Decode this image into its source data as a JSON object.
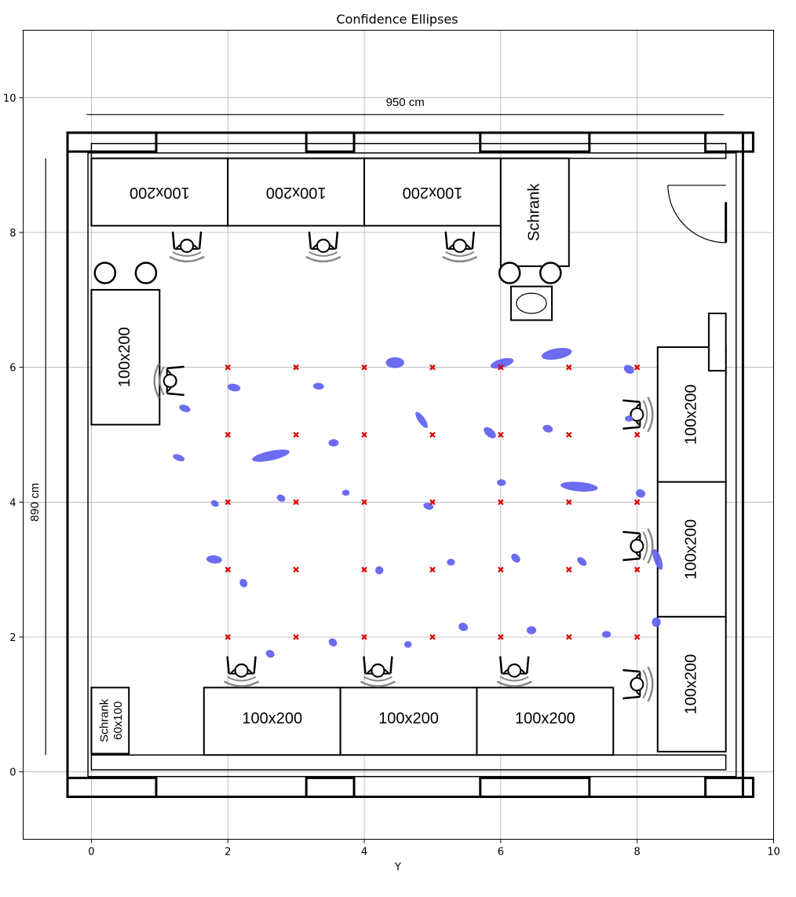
{
  "chart_data": {
    "type": "scatter",
    "title": "Confidence Ellipses",
    "xlabel": "Y",
    "ylabel": "",
    "xlim": [
      -1,
      10
    ],
    "ylim": [
      -1,
      11
    ],
    "x_ticks": [
      "0",
      "2",
      "4",
      "6",
      "8",
      "10"
    ],
    "y_ticks": [
      "0",
      "2",
      "4",
      "6",
      "8",
      "10"
    ],
    "grid": true,
    "colors": {
      "ellipse": "#6464f0",
      "marker": "#e00000",
      "wall": "#000000"
    },
    "reference_points": [
      [
        2,
        6
      ],
      [
        3,
        6
      ],
      [
        4,
        6
      ],
      [
        5,
        6
      ],
      [
        6,
        6
      ],
      [
        7,
        6
      ],
      [
        8,
        6
      ],
      [
        2,
        5
      ],
      [
        3,
        5
      ],
      [
        4,
        5
      ],
      [
        5,
        5
      ],
      [
        6,
        5
      ],
      [
        7,
        5
      ],
      [
        8,
        5
      ],
      [
        2,
        4
      ],
      [
        3,
        4
      ],
      [
        4,
        4
      ],
      [
        5,
        4
      ],
      [
        6,
        4
      ],
      [
        7,
        4
      ],
      [
        8,
        4
      ],
      [
        2,
        3
      ],
      [
        3,
        3
      ],
      [
        4,
        3
      ],
      [
        5,
        3
      ],
      [
        6,
        3
      ],
      [
        7,
        3
      ],
      [
        8,
        3
      ],
      [
        2,
        2
      ],
      [
        3,
        2
      ],
      [
        4,
        2
      ],
      [
        5,
        2
      ],
      [
        6,
        2
      ],
      [
        7,
        2
      ],
      [
        8,
        2
      ]
    ],
    "ellipses": [
      {
        "x": 4.45,
        "y": 6.07,
        "w": 0.27,
        "h": 0.16,
        "angle": 0
      },
      {
        "x": 6.02,
        "y": 6.06,
        "w": 0.35,
        "h": 0.13,
        "angle": 15
      },
      {
        "x": 6.82,
        "y": 6.2,
        "w": 0.45,
        "h": 0.16,
        "angle": 10
      },
      {
        "x": 7.88,
        "y": 5.97,
        "w": 0.16,
        "h": 0.12,
        "angle": -30
      },
      {
        "x": 2.09,
        "y": 5.7,
        "w": 0.19,
        "h": 0.11,
        "angle": -10
      },
      {
        "x": 3.33,
        "y": 5.72,
        "w": 0.16,
        "h": 0.1,
        "angle": -5
      },
      {
        "x": 1.37,
        "y": 5.39,
        "w": 0.17,
        "h": 0.1,
        "angle": -20
      },
      {
        "x": 4.84,
        "y": 5.22,
        "w": 0.28,
        "h": 0.1,
        "angle": -55
      },
      {
        "x": 5.84,
        "y": 5.03,
        "w": 0.21,
        "h": 0.12,
        "angle": -40
      },
      {
        "x": 6.69,
        "y": 5.09,
        "w": 0.15,
        "h": 0.11,
        "angle": -15
      },
      {
        "x": 7.88,
        "y": 5.24,
        "w": 0.12,
        "h": 0.09,
        "angle": 0
      },
      {
        "x": 3.55,
        "y": 4.88,
        "w": 0.15,
        "h": 0.11,
        "angle": 0
      },
      {
        "x": 1.28,
        "y": 4.66,
        "w": 0.18,
        "h": 0.09,
        "angle": -20
      },
      {
        "x": 2.63,
        "y": 4.69,
        "w": 0.56,
        "h": 0.14,
        "angle": 12
      },
      {
        "x": 6.01,
        "y": 4.29,
        "w": 0.13,
        "h": 0.1,
        "angle": 0
      },
      {
        "x": 7.15,
        "y": 4.23,
        "w": 0.55,
        "h": 0.14,
        "angle": -5
      },
      {
        "x": 8.05,
        "y": 4.13,
        "w": 0.14,
        "h": 0.12,
        "angle": -20
      },
      {
        "x": 3.73,
        "y": 4.14,
        "w": 0.11,
        "h": 0.09,
        "angle": 0
      },
      {
        "x": 2.78,
        "y": 4.06,
        "w": 0.13,
        "h": 0.1,
        "angle": -25
      },
      {
        "x": 1.81,
        "y": 3.98,
        "w": 0.12,
        "h": 0.09,
        "angle": -30
      },
      {
        "x": 4.94,
        "y": 3.94,
        "w": 0.15,
        "h": 0.1,
        "angle": -15
      },
      {
        "x": 1.8,
        "y": 3.15,
        "w": 0.23,
        "h": 0.12,
        "angle": -5
      },
      {
        "x": 5.27,
        "y": 3.11,
        "w": 0.12,
        "h": 0.1,
        "angle": 0
      },
      {
        "x": 6.22,
        "y": 3.17,
        "w": 0.15,
        "h": 0.11,
        "angle": -45
      },
      {
        "x": 7.19,
        "y": 3.12,
        "w": 0.16,
        "h": 0.1,
        "angle": -40
      },
      {
        "x": 8.3,
        "y": 3.15,
        "w": 0.32,
        "h": 0.11,
        "angle": -70
      },
      {
        "x": 4.22,
        "y": 2.99,
        "w": 0.12,
        "h": 0.12,
        "angle": 0
      },
      {
        "x": 2.23,
        "y": 2.8,
        "w": 0.13,
        "h": 0.11,
        "angle": -60
      },
      {
        "x": 5.45,
        "y": 2.15,
        "w": 0.14,
        "h": 0.12,
        "angle": -20
      },
      {
        "x": 6.45,
        "y": 2.1,
        "w": 0.14,
        "h": 0.12,
        "angle": 0
      },
      {
        "x": 7.55,
        "y": 2.04,
        "w": 0.13,
        "h": 0.1,
        "angle": 0
      },
      {
        "x": 8.28,
        "y": 2.22,
        "w": 0.13,
        "h": 0.14,
        "angle": 0
      },
      {
        "x": 3.54,
        "y": 1.92,
        "w": 0.13,
        "h": 0.11,
        "angle": -40
      },
      {
        "x": 4.64,
        "y": 1.89,
        "w": 0.11,
        "h": 0.1,
        "angle": 0
      },
      {
        "x": 2.62,
        "y": 1.75,
        "w": 0.13,
        "h": 0.11,
        "angle": -25
      }
    ],
    "floorplan": {
      "width_label": "950 cm",
      "height_label": "890 cm",
      "desk_label": "100x200",
      "cabinet_label": "Schrank",
      "small_cabinet_label": "Schrank",
      "small_cabinet_size": "60x100"
    }
  }
}
